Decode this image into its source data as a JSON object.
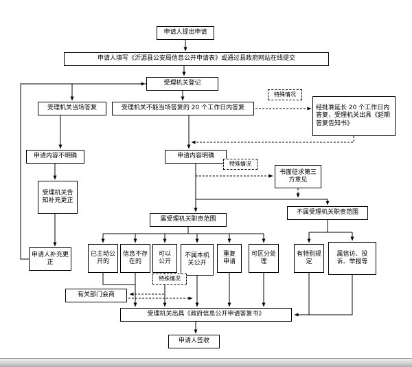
{
  "colors": {
    "ink": "#000000",
    "paper": "#ffffff",
    "bottom_bar_light": "#efefef",
    "bottom_bar_dark": "#aeaeae"
  },
  "nodes": {
    "submit": {
      "label": "申请人提出申请"
    },
    "fill_form": {
      "label": "申请人填写《沂源县公安局信息公开申请表》或通过县政府网站在线提交"
    },
    "register": {
      "label": "受理机关登记"
    },
    "onspot_reply": {
      "label": "受理机关当场答复"
    },
    "not_onspot_reply": {
      "label": "受理机关不能当场答复的 20 个工作日内答复"
    },
    "special_case_1": {
      "label": "特殊情况"
    },
    "extend_reply": {
      "label": "经批准延长 20 个工作日内答复，受理机关出具《延期答复告知书》"
    },
    "content_unclear": {
      "label": "申请内容不明确"
    },
    "content_clear": {
      "label": "申请内容明确"
    },
    "special_case_2": {
      "label": "特殊情况"
    },
    "third_party": {
      "label": "书面征求第三方意见"
    },
    "notify_supplement": {
      "label": "受理机关告知补充更正"
    },
    "in_scope": {
      "label": "属受理机关职责范围"
    },
    "out_scope": {
      "label": "不属受理机关职责范围"
    },
    "applicant_supplement": {
      "label": "申请人补充更正"
    },
    "already_public": {
      "label": "已主动公开的"
    },
    "info_not_exist": {
      "label": "信息不存在的"
    },
    "can_public": {
      "label": "可以公开"
    },
    "not_this_org": {
      "label": "不属本机关公开"
    },
    "repeat_apply": {
      "label": "重复申请"
    },
    "separable": {
      "label": "可区分处理"
    },
    "special_rules": {
      "label": "有特别规定"
    },
    "petition": {
      "label": "属信访、投诉、举报等"
    },
    "special_case_3": {
      "label": "特殊情况"
    },
    "consult": {
      "label": "有关部门会商"
    },
    "issue_reply": {
      "label": "受理机关出具《政府信息公开申请答复书》"
    },
    "sign": {
      "label": "申请人签收"
    }
  }
}
